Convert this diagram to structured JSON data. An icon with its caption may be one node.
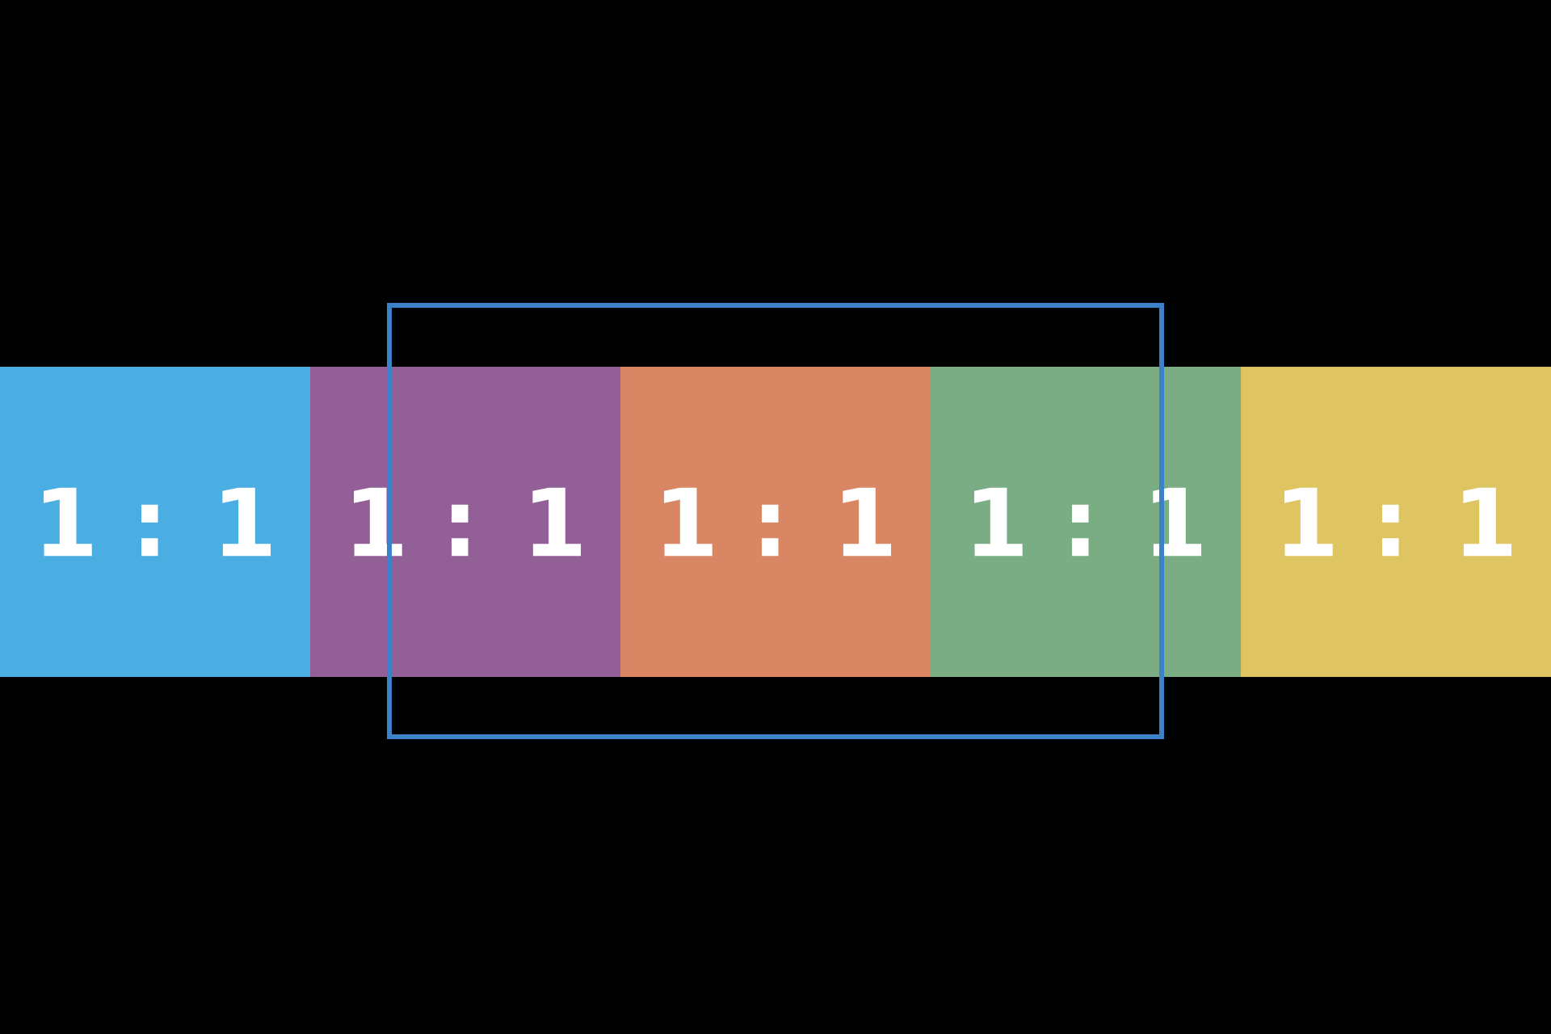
{
  "diagram": {
    "nodes": [
      {
        "text": [
          "1 : 1"
        ]
      },
      {
        "text": [
          "1 : 1"
        ]
      },
      {
        "text": [
          "1 : 1"
        ]
      },
      {
        "text": [
          "1 : 1"
        ]
      },
      {
        "text": [
          "1 : 1"
        ]
      }
    ]
  }
}
